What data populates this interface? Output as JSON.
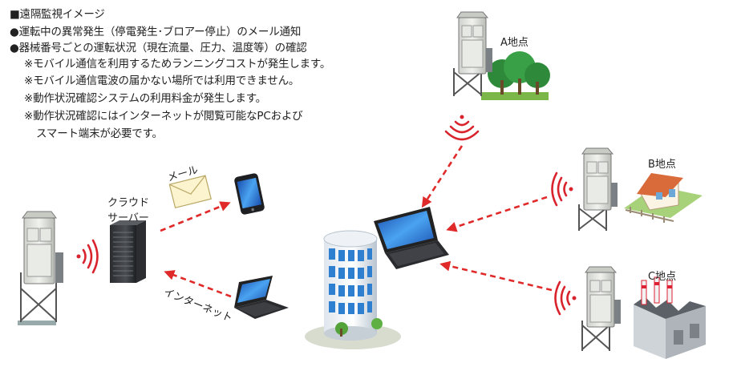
{
  "header": "■遠隔監視イメージ",
  "bullets": [
    "●運転中の異常発生（停電発生･ブロアー停止）のメール通知",
    "●器械番号ごとの運転状況（現在流量、圧力、温度等）の確認"
  ],
  "notes": [
    "※モバイル通信を利用するためランニングコストが発生します。",
    "※モバイル通信電波の届かない場所では利用できません。",
    "※動作状況確認システムの利用料金が発生します。",
    "※動作状況確認にはインターネットが閲覧可能なPCおよび",
    "スマート端末が必要です。"
  ],
  "labels": {
    "cloud_server_line1": "クラウド",
    "cloud_server_line2": "サーバー",
    "mail": "メール",
    "internet": "インターネット",
    "site_a": "A地点",
    "site_b": "B地点",
    "site_c": "C地点"
  },
  "colors": {
    "arrow": "#e02a2a",
    "signal": "#d9232d",
    "text": "#222222",
    "screen": "#2d86e0"
  },
  "icons": [
    "control-cabinet-icon",
    "signal-waves-icon",
    "server-tower-icon",
    "envelope-icon",
    "smartphone-icon",
    "laptop-icon",
    "office-building-icon",
    "trees-icon",
    "house-icon",
    "factory-icon"
  ]
}
